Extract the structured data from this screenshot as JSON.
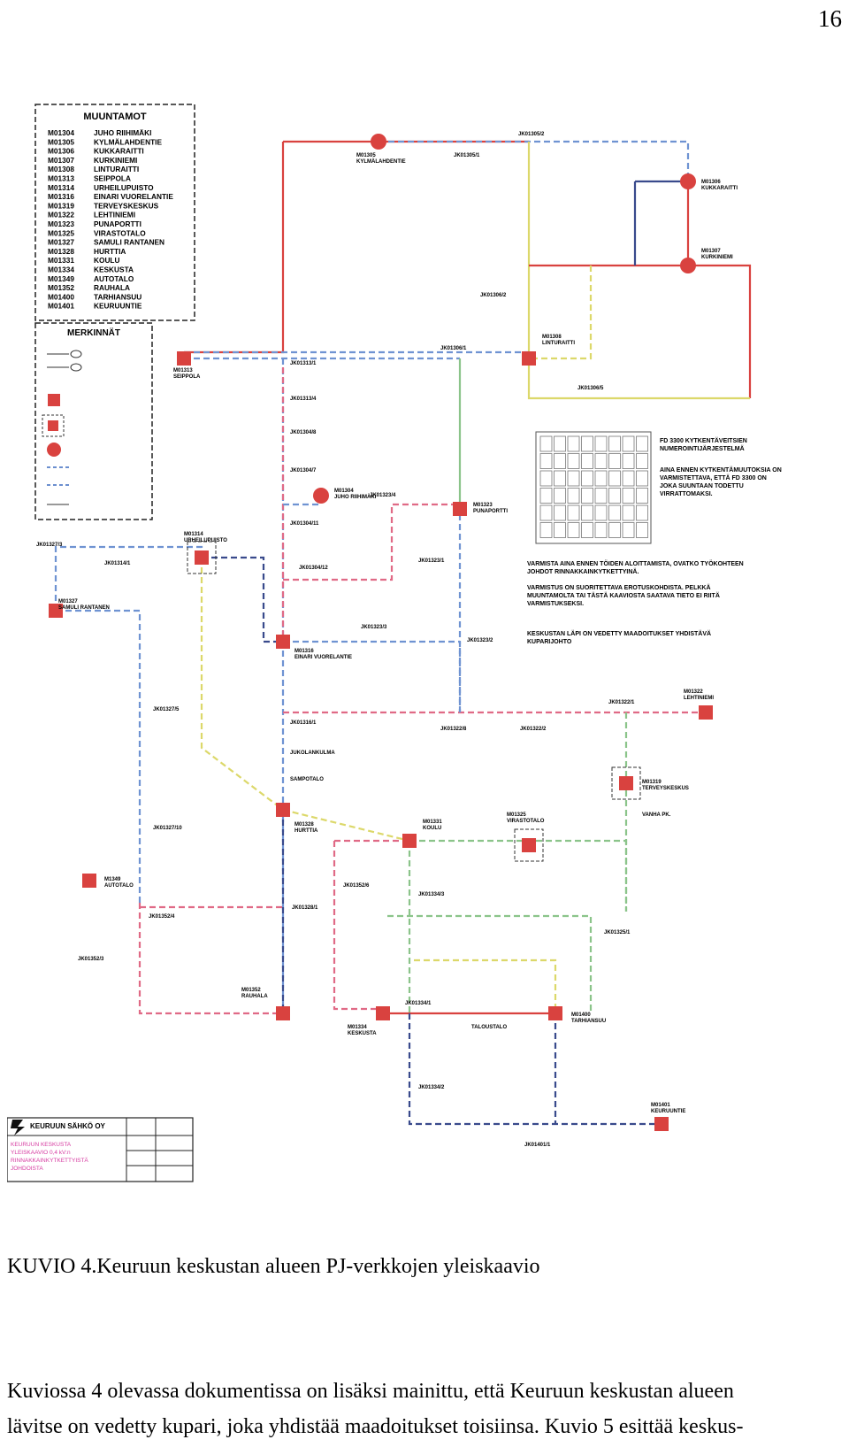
{
  "page": {
    "number": "16"
  },
  "legend": {
    "title": "MUUNTAMOT",
    "stations": [
      {
        "code": "M01304",
        "name": "JUHO RIIHIMÄKI"
      },
      {
        "code": "M01305",
        "name": "KYLMÄLAHDENTIE"
      },
      {
        "code": "M01306",
        "name": "KUKKARAITTI"
      },
      {
        "code": "M01307",
        "name": "KURKINIEMI"
      },
      {
        "code": "M01308",
        "name": "LINTURAITTI"
      },
      {
        "code": "M01313",
        "name": "SEIPPOLA"
      },
      {
        "code": "M01314",
        "name": "URHEILUPUISTO"
      },
      {
        "code": "M01316",
        "name": "EINARI VUORELANTIE"
      },
      {
        "code": "M01319",
        "name": "TERVEYSKESKUS"
      },
      {
        "code": "M01322",
        "name": "LEHTINIEMI"
      },
      {
        "code": "M01323",
        "name": "PUNAPORTTI"
      },
      {
        "code": "M01325",
        "name": "VIRASTOTALO"
      },
      {
        "code": "M01327",
        "name": "SAMULI RANTANEN"
      },
      {
        "code": "M01328",
        "name": "HURTTIA"
      },
      {
        "code": "M01331",
        "name": "KOULU"
      },
      {
        "code": "M01334",
        "name": "KESKUSTA"
      },
      {
        "code": "M01349",
        "name": "AUTOTALO"
      },
      {
        "code": "M01352",
        "name": "RAUHALA"
      },
      {
        "code": "M01400",
        "name": "TARHIANSUU"
      },
      {
        "code": "M01401",
        "name": "KEURUUNTIE"
      }
    ],
    "marks_title": "MERKINNÄT"
  },
  "diagram": {
    "stations": [
      {
        "label": "M01305",
        "sub": "KYLMÄLAHDENTIE"
      },
      {
        "label": "M01306",
        "sub": "KUKKARAITTI"
      },
      {
        "label": "M01307",
        "sub": "KURKINIEMI"
      },
      {
        "label": "M01308",
        "sub": "LINTURAITTI"
      },
      {
        "label": "M01313",
        "sub": "SEIPPOLA"
      },
      {
        "label": "M01304",
        "sub": "JUHO RIIHIMÄKI"
      },
      {
        "label": "M01323",
        "sub": "PUNAPORTTI"
      },
      {
        "label": "M01314",
        "sub": "URHEILUPUISTO"
      },
      {
        "label": "M01327",
        "sub": "SAMULI RANTANEN"
      },
      {
        "label": "M01316",
        "sub": "EINARI VUORELANTIE"
      },
      {
        "label": "M01322",
        "sub": "LEHTINIEMI"
      },
      {
        "label": "M01319",
        "sub": "TERVEYSKESKUS"
      },
      {
        "label": "M01328",
        "sub": "HURTTIA"
      },
      {
        "label": "M01331",
        "sub": "KOULU"
      },
      {
        "label": "M01325",
        "sub": "VIRASTOTALO"
      },
      {
        "label": "M1349",
        "sub": "AUTOTALO"
      },
      {
        "label": "M01352",
        "sub": "RAUHALA"
      },
      {
        "label": "M01334",
        "sub": "KESKUSTA"
      },
      {
        "label": "M01400",
        "sub": "TARHIANSUU"
      },
      {
        "label": "M01401",
        "sub": "KEURUUNTIE"
      }
    ],
    "junctions": [
      "JK01305/2",
      "JK01305/1",
      "JK01306/2",
      "JK01306/1",
      "JK01306/5",
      "JK01313/1",
      "JK01313/4",
      "JK01304/8",
      "JK01304/7",
      "JK01304/11",
      "JK01304/12",
      "JK01323/4",
      "JK01323/1",
      "JK01323/3",
      "JK01323/2",
      "JK01327/3",
      "JK01314/1",
      "JK01327/5",
      "JK01327/10",
      "JK01316/1",
      "JK01322/1",
      "JK01322/8",
      "JK01322/2",
      "JK01352/6",
      "JK01352/4",
      "JK01352/3",
      "JK01328/1",
      "JK01334/3",
      "JK01325/1",
      "JK01334/1",
      "JK01334/2",
      "JK01401/1"
    ],
    "places": [
      "JUKOLANKULMA",
      "SAMPOTALO",
      "VANHA PK.",
      "TALOUSTALO"
    ],
    "notes": [
      "FD 3300 KYTKENTÄVEITSIEN NUMEROINTIJÄRJESTELMÄ",
      "AINA ENNEN KYTKENTÄMUUTOKSIA ON VARMISTETTAVA, ETTÄ FD 3300 ON JOKA SUUNTAAN TODETTU VIRRATTOMAKSI.",
      "VARMISTA AINA ENNEN TÖIDEN ALOITTAMISTA, OVATKO TYÖKOHTEEN JOHDOT RINNAKKAINKYTKETTYINÄ.",
      "VARMISTUS ON SUORITETTAVA EROTUSKOHDISTA. PELKKÄ MUUNTAMOLTA TAI TÄSTÄ KAAVIOSTA SAATAVA TIETO EI RIITÄ VARMISTUKSEKSI.",
      "KESKUSTAN LÄPI ON VEDETTY MAADOITUKSET YHDISTÄVÄ KUPARIJOHTO"
    ],
    "title_block": {
      "company": "KEURUUN SÄHKÖ OY",
      "lines": [
        "KEURUUN KESKUSTA",
        "YLEISKAAVIO 0,4 kV:n",
        "RINNAKKAINKYTKETTYISTÄ",
        "JOHDOISTA"
      ]
    }
  },
  "caption": "KUVIO 4.Keuruun keskustan alueen PJ-verkkojen yleiskaavio",
  "paragraph": {
    "line1": "Kuviossa 4 olevassa dokumentissa on lisäksi mainittu, että Keuruun keskustan alueen",
    "line2": "lävitse on vedetty kupari, joka yhdistää maadoitukset toisiinsa. Kuvio 5 esittää keskus-"
  }
}
